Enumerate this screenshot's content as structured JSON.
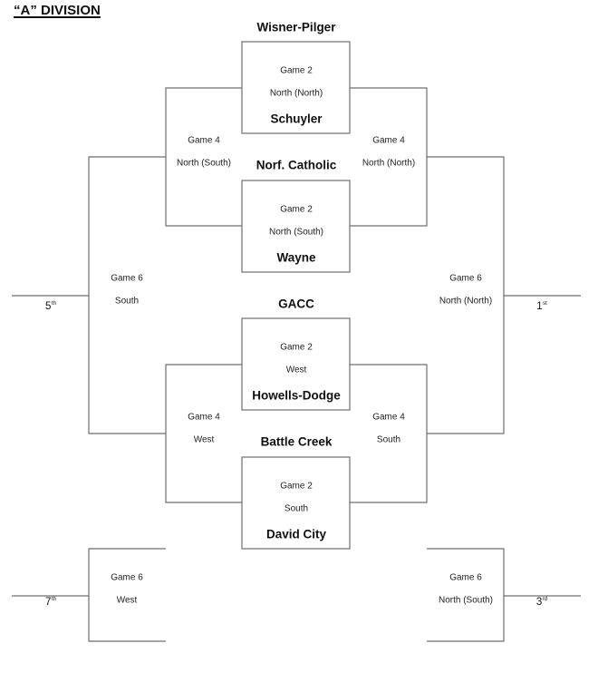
{
  "title": "“A” DIVISION",
  "teams": {
    "t1": "Wisner-Pilger",
    "t2": "Schuyler",
    "t3": "Norf. Catholic",
    "t4": "Wayne",
    "t5": "GACC",
    "t6": "Howells-Dodge",
    "t7": "Battle Creek",
    "t8": "David City"
  },
  "game2": [
    {
      "game": "Game 2",
      "site": "North (North)"
    },
    {
      "game": "Game 2",
      "site": "North (South)"
    },
    {
      "game": "Game 2",
      "site": "West"
    },
    {
      "game": "Game 2",
      "site": "South"
    }
  ],
  "game4": {
    "top_left": {
      "game": "Game 4",
      "site": "North (South)"
    },
    "top_right": {
      "game": "Game 4",
      "site": "North (North)"
    },
    "bottom_left": {
      "game": "Game 4",
      "site": "West"
    },
    "bottom_right": {
      "game": "Game 4",
      "site": "South"
    }
  },
  "game6": {
    "fifth": {
      "game": "Game 6",
      "site": "South"
    },
    "first": {
      "game": "Game 6",
      "site": "North (North)"
    },
    "seventh": {
      "game": "Game 6",
      "site": "West"
    },
    "third": {
      "game": "Game 6",
      "site": "North (South)"
    }
  },
  "places": {
    "fifth": {
      "num": "5",
      "suffix": "th"
    },
    "first": {
      "num": "1",
      "suffix": "st"
    },
    "seventh": {
      "num": "7",
      "suffix": "th"
    },
    "third": {
      "num": "3",
      "suffix": "rd"
    }
  }
}
